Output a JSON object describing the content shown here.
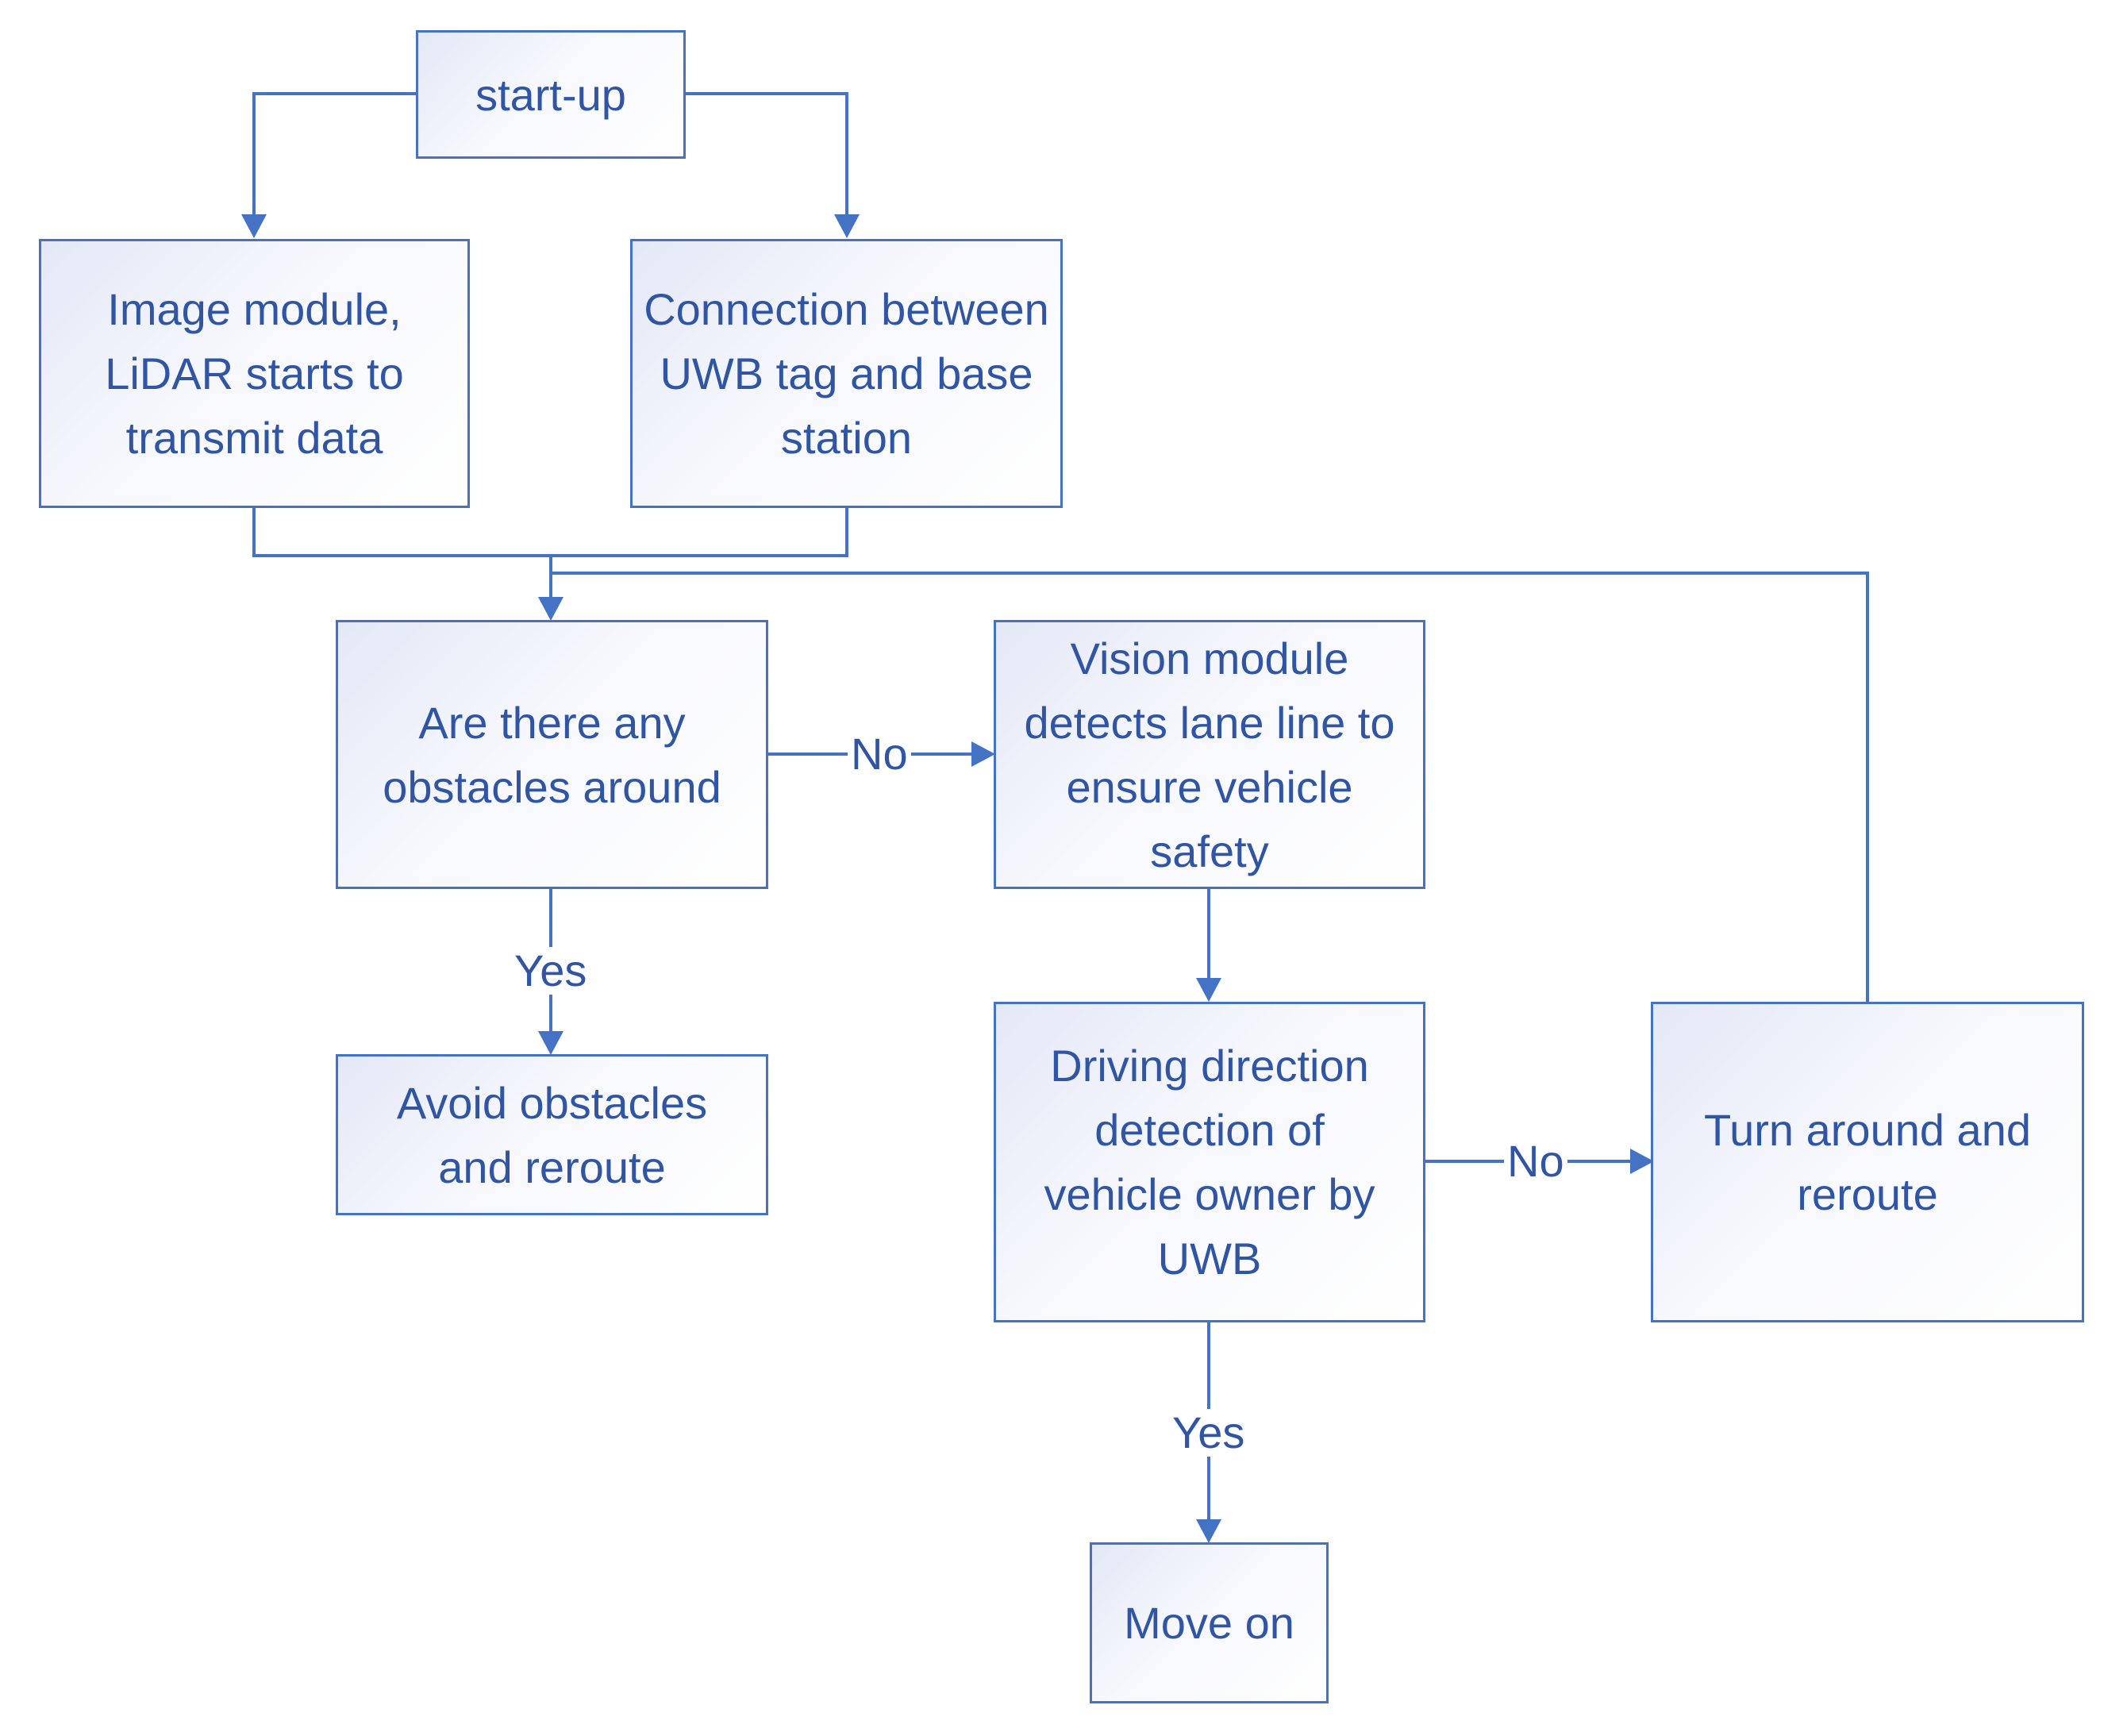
{
  "nodes": {
    "start": "start-up",
    "image_module": "Image module, LiDAR starts to transmit data",
    "uwb_connection": "Connection between UWB tag and base station",
    "obstacle_check": "Are there any obstacles around",
    "vision_module": "Vision module detects lane line to ensure vehicle safety",
    "avoid": "Avoid obstacles and reroute",
    "direction_check": "Driving direction detection of vehicle owner by UWB",
    "turn_around": "Turn around and reroute",
    "move_on": "Move on"
  },
  "edge_labels": {
    "obstacle_no": "No",
    "obstacle_yes": "Yes",
    "direction_no": "No",
    "direction_yes": "Yes"
  },
  "colors": {
    "line": "#4472c4",
    "text": "#2f55a4",
    "fill_gradient_start": "#e4e8f6",
    "fill_gradient_end": "#ffffff"
  }
}
